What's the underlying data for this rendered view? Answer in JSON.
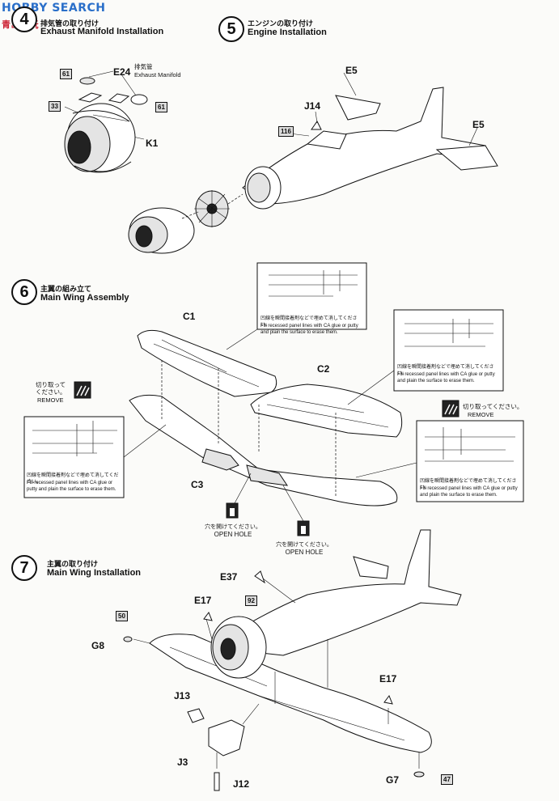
{
  "watermark": {
    "brand": "HOBBY SEARCH",
    "cn": "青岛模玩"
  },
  "steps": [
    {
      "num": "4",
      "jp": "排気管の取り付け",
      "en": "Exhaust Manifold Installation"
    },
    {
      "num": "5",
      "jp": "エンジンの取り付け",
      "en": "Engine Installation"
    },
    {
      "num": "6",
      "jp": "主翼の組み立て",
      "en": "Main Wing Assembly"
    },
    {
      "num": "7",
      "jp": "主翼の取り付け",
      "en": "Main Wing Installation"
    }
  ],
  "step4": {
    "part_e24": "E24",
    "e24_jp": "排気管",
    "e24_en": "Exhaust Manifold",
    "tag_61a": "61",
    "tag_61b": "61",
    "tag_33": "33",
    "part_k1": "K1"
  },
  "step5": {
    "part_e5a": "E5",
    "part_e5b": "E5",
    "part_j14": "J14",
    "tag_116": "116"
  },
  "step6": {
    "part_c1": "C1",
    "part_c2": "C2",
    "part_c3": "C3",
    "remove_jp_left": "切り取って\nください。",
    "remove_en": "REMOVE",
    "remove_jp_right": "切り取ってください。",
    "fill_jp": "凹線を瞬間接着剤などで埋めて消してください。",
    "fill_en": "Fill recessed panel lines with CA glue or putty and plain the surface to erase them.",
    "open_jp": "穴を開けてください。",
    "open_en": "OPEN HOLE"
  },
  "step7": {
    "part_e37": "E37",
    "tag_92": "92",
    "part_e17a": "E17",
    "part_e17b": "E17",
    "tag_50": "50",
    "part_g8": "G8",
    "part_j13": "J13",
    "part_j3": "J3",
    "part_j12": "J12",
    "part_g7": "G7",
    "tag_47": "47"
  }
}
